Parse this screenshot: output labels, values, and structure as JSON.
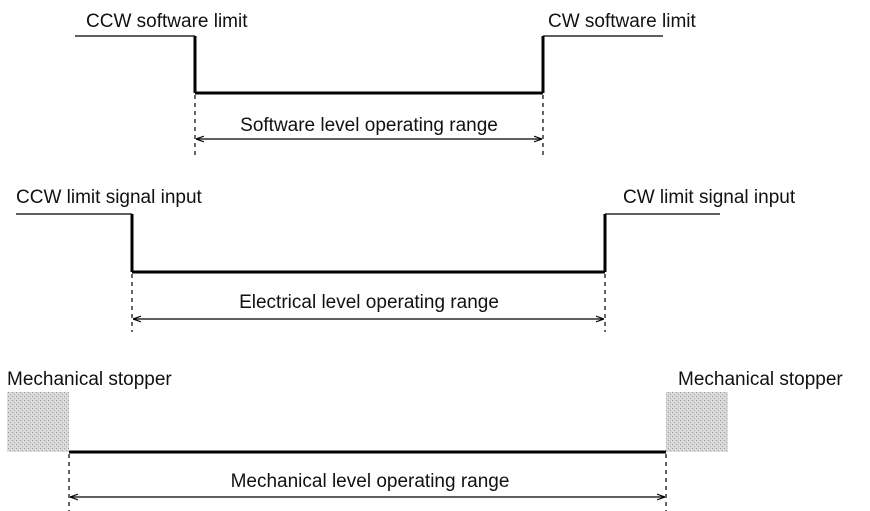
{
  "software": {
    "left_label": "CCW software limit",
    "right_label": "CW software limit",
    "range_label": "Software level operating range"
  },
  "electrical": {
    "left_label": "CCW limit signal input",
    "right_label": "CW limit signal input",
    "range_label": "Electrical level operating range"
  },
  "mechanical": {
    "left_label": "Mechanical stopper",
    "right_label": "Mechanical stopper",
    "range_label": "Mechanical level operating range"
  },
  "colors": {
    "line": "#000000",
    "stopper_fill": "#c9c9c9"
  }
}
